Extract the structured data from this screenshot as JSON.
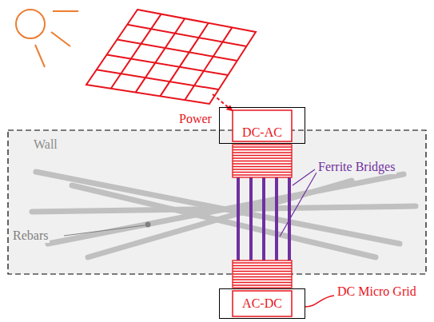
{
  "diagram": {
    "nodes": [
      {
        "text": [
          "DC-AC"
        ]
      },
      {
        "text": [
          "AC-DC"
        ]
      }
    ],
    "labels": [
      "Power",
      "Wall",
      "Rebars",
      "Ferrite Bridges",
      "DC Micro Grid"
    ]
  }
}
